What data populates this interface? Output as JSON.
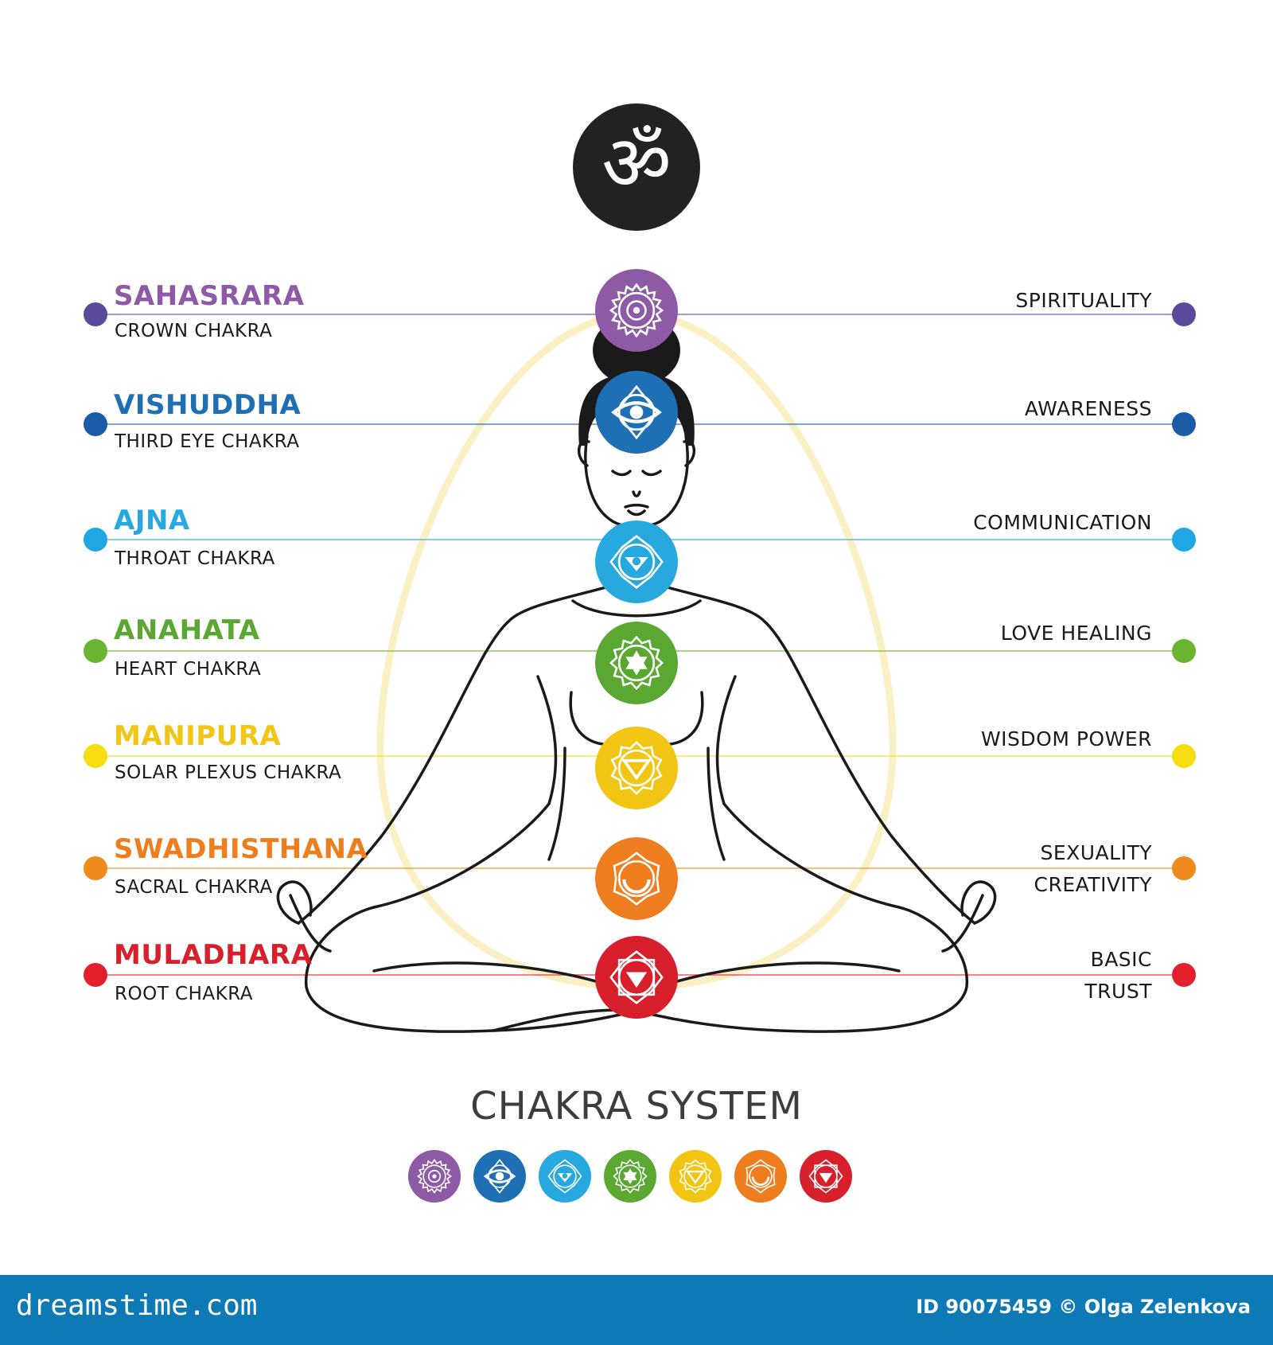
{
  "om_symbol": "ॐ",
  "title": "CHAKRA SYSTEM",
  "chakras": [
    {
      "name": "SAHASRARA",
      "subtitle": "CROWN CHAKRA",
      "quality": [
        "SPIRITUALITY"
      ],
      "color": "#8e5aa6",
      "dot_color": "#5b4a9c"
    },
    {
      "name": "VISHUDDHA",
      "subtitle": "THIRD EYE CHAKRA",
      "quality": [
        "AWARENESS"
      ],
      "color": "#1f6fb5",
      "dot_color": "#1b5aa5"
    },
    {
      "name": "AJNA",
      "subtitle": "THROAT CHAKRA",
      "quality": [
        "COMMUNICATION"
      ],
      "color": "#27a9df",
      "dot_color": "#1ea7e4"
    },
    {
      "name": "ANAHATA",
      "subtitle": "HEART CHAKRA",
      "quality": [
        "LOVE HEALING"
      ],
      "color": "#5aa832",
      "dot_color": "#6ab42f"
    },
    {
      "name": "MANIPURA",
      "subtitle": "SOLAR PLEXUS CHAKRA",
      "quality": [
        "WISDOM POWER"
      ],
      "color": "#f2c414",
      "dot_color": "#f7de12"
    },
    {
      "name": "SWADHISTHANA",
      "subtitle": "SACRAL CHAKRA",
      "quality": [
        "SEXUALITY",
        "CREATIVITY"
      ],
      "color": "#ee7d1e",
      "dot_color": "#f08a1a"
    },
    {
      "name": "MULADHARA",
      "subtitle": "ROOT   CHAKRA",
      "quality": [
        "BASIC",
        "TRUST"
      ],
      "color": "#d8202c",
      "dot_color": "#e3202c"
    }
  ],
  "footer": {
    "site": "dreamstime.com",
    "credit": "ID 90075459 © Olga Zelenkova",
    "background": "#0e7ab5"
  }
}
